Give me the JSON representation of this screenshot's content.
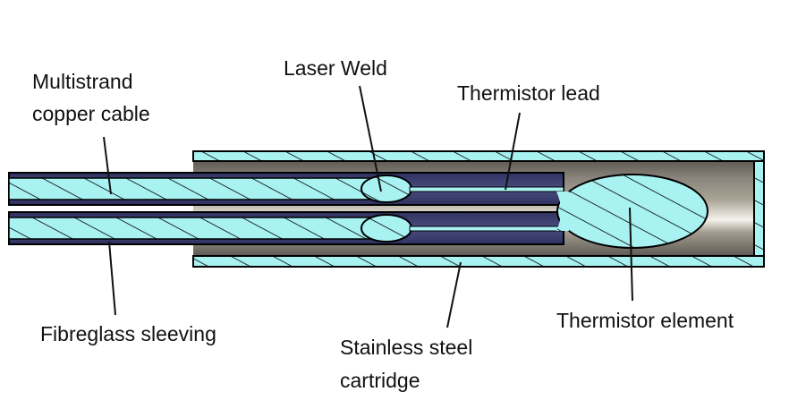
{
  "title": "Thermistor probe cross-section",
  "colors": {
    "insulation_fill": "#a8f2f2",
    "hatch": "#000000",
    "sleeve": "#3d4070",
    "steel_dark": "#6a665e",
    "steel_light": "#f2f0ea",
    "steel_mid": "#a49e90"
  },
  "labels": {
    "multistrand_line1": "Multistrand",
    "multistrand_line2": "copper cable",
    "laser_weld": "Laser Weld",
    "thermistor_lead": "Thermistor lead",
    "fibreglass_sleeving": "Fibreglass sleeving",
    "stainless_line1": "Stainless steel",
    "stainless_line2": "cartridge",
    "thermistor_element": "Thermistor element"
  }
}
